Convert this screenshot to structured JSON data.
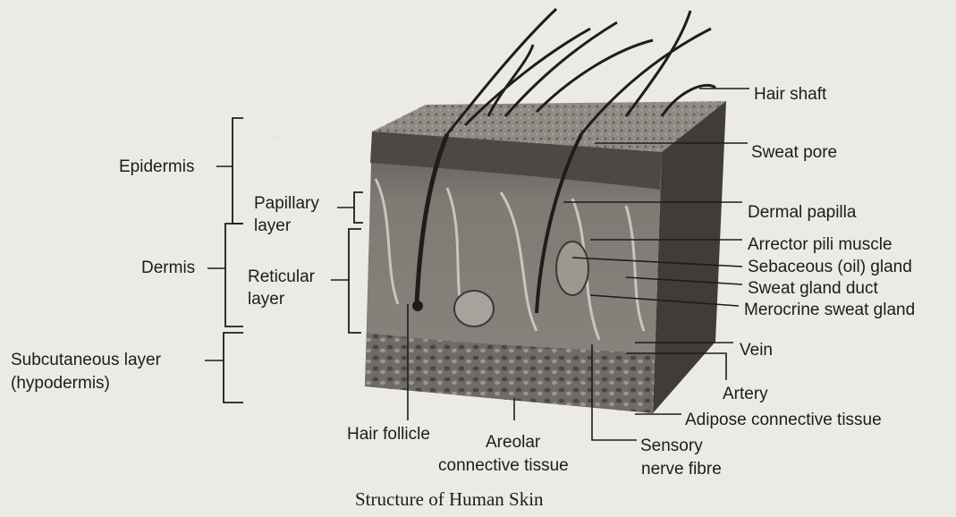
{
  "labels": {
    "hair_shaft": "Hair shaft",
    "sweat_pore": "Sweat pore",
    "dermal_papilla": "Dermal papilla",
    "arrector_pili_muscle": "Arrector pili muscle",
    "sebaceous_gland": "Sebaceous (oil) gland",
    "sweat_gland_duct": "Sweat gland duct",
    "merocrine_sweat_gland": "Merocrine sweat gland",
    "vein": "Vein",
    "artery": "Artery",
    "adipose_tissue": "Adipose connective tissue",
    "epidermis": "Epidermis",
    "papillary_layer_1": "Papillary",
    "papillary_layer_2": "layer",
    "dermis": "Dermis",
    "reticular_layer_1": "Reticular",
    "reticular_layer_2": "layer",
    "subcutaneous_1": "Subcutaneous layer",
    "subcutaneous_2": "(hypodermis)",
    "hair_follicle": "Hair follicle",
    "areolar_1": "Areolar",
    "areolar_2": "connective tissue",
    "sensory_1": "Sensory",
    "sensory_2": "nerve fibre"
  },
  "caption": "Structure of Human Skin"
}
